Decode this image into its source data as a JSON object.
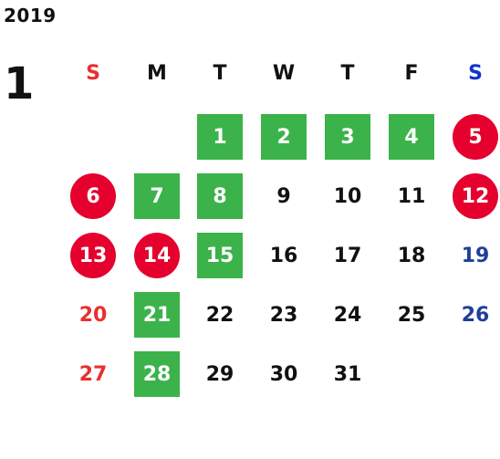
{
  "calendar": {
    "year": "2019",
    "month": "1",
    "weekdays": [
      "S",
      "M",
      "T",
      "W",
      "T",
      "F",
      "S"
    ],
    "days": [
      "1",
      "2",
      "3",
      "4",
      "5",
      "6",
      "7",
      "8",
      "9",
      "10",
      "11",
      "12",
      "13",
      "14",
      "15",
      "16",
      "17",
      "18",
      "19",
      "20",
      "21",
      "22",
      "23",
      "24",
      "25",
      "26",
      "27",
      "28",
      "29",
      "30",
      "31"
    ]
  },
  "colors": {
    "sunday": "#e8302e",
    "saturday": "#1f3f9a",
    "green_highlight": "#3bb34a",
    "red_circle": "#e5002d"
  }
}
